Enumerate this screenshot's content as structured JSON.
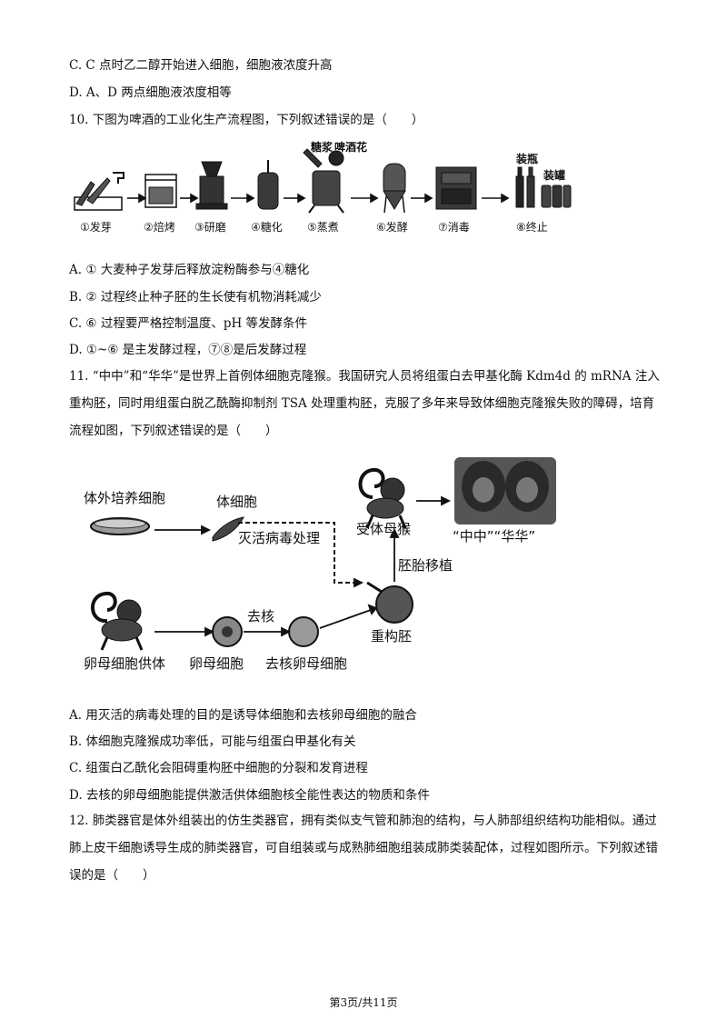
{
  "q9": {
    "option_c": "C. C 点时乙二醇开始进入细胞，细胞液浓度升高",
    "option_d": "D. A、D 两点细胞液浓度相等"
  },
  "q10": {
    "stem": "10. 下图为啤酒的工业化生产流程图，下列叙述错误的是（　　）",
    "diagram": {
      "steps": [
        "①发芽",
        "②焙烤",
        "③研磨",
        "④糖化",
        "⑤蒸煮",
        "⑥发酵",
        "⑦消毒",
        "⑧终止"
      ],
      "label_syrup": "糖浆",
      "label_hops": "啤酒花",
      "label_bottle": "装瓶",
      "label_can": "装罐"
    },
    "options": [
      "A. ① 大麦种子发芽后释放淀粉酶参与④糖化",
      "B. ② 过程终止种子胚的生长使有机物消耗减少",
      "C. ⑥ 过程要严格控制温度、pH 等发酵条件",
      "D. ①~⑥ 是主发酵过程，⑦⑧是后发酵过程"
    ]
  },
  "q11": {
    "stem": "11. “中中”和“华华”是世界上首例体细胞克隆猴。我国研究人员将组蛋白去甲基化酶 Kdm4d 的 mRNA 注入重构胚，同时用组蛋白脱乙酰酶抑制剂 TSA 处理重构胚，克服了多年来导致体细胞克隆猴失败的障碍，培育流程如图，下列叙述错误的是（　　）",
    "diagram": {
      "culture": "体外培养细胞",
      "somatic": "体细胞",
      "virus": "灭活病毒处理",
      "recipient": "受体母猴",
      "result": "“中中”“华华”",
      "transfer": "胚胎移植",
      "donor": "卵母细胞供体",
      "oocyte": "卵母细胞",
      "enucleate": "去核",
      "enucleated_oocyte": "去核卵母细胞",
      "embryo": "重构胚"
    },
    "options": [
      "A. 用灭活的病毒处理的目的是诱导体细胞和去核卵母细胞的融合",
      "B. 体细胞克隆猴成功率低，可能与组蛋白甲基化有关",
      "C. 组蛋白乙酰化会阻碍重构胚中细胞的分裂和发育进程",
      "D. 去核的卵母细胞能提供激活供体细胞核全能性表达的物质和条件"
    ]
  },
  "q12": {
    "stem": "12. 肺类器官是体外组装出的仿生类器官，拥有类似支气管和肺泡的结构，与人肺部组织结构功能相似。通过肺上皮干细胞诱导生成的肺类器官，可自组装或与成熟肺细胞组装成肺类装配体，过程如图所示。下列叙述错误的是（　　）"
  },
  "footer": "第3页/共11页"
}
